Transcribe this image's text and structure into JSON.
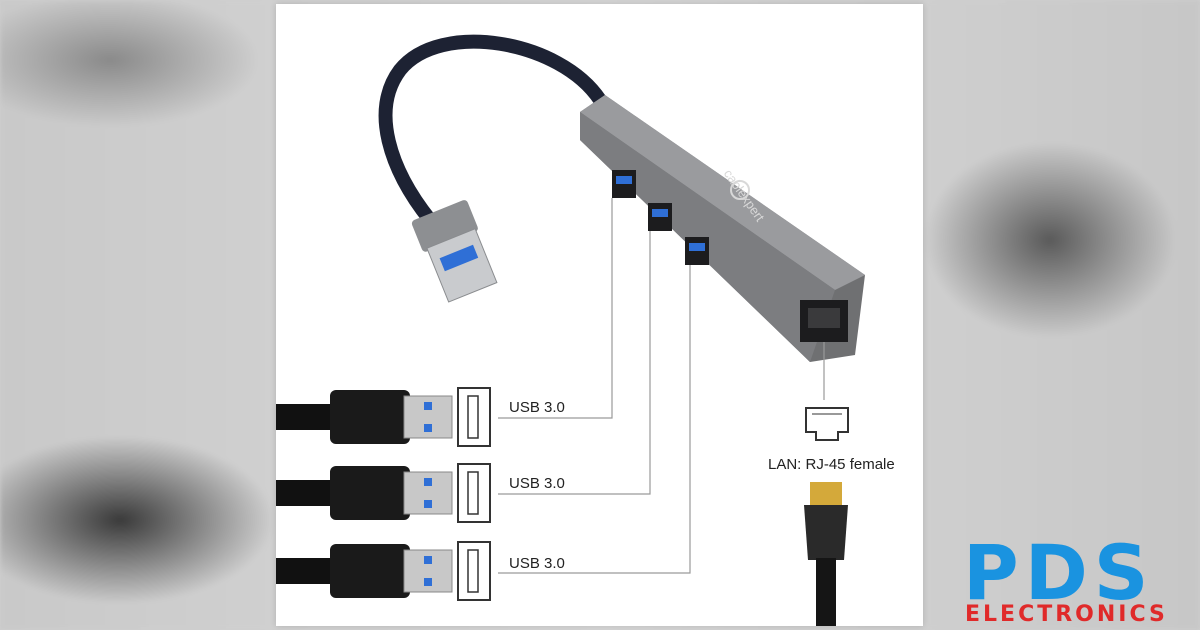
{
  "product": {
    "brand_logo": "cablexpert",
    "brand_icon": "cablexpert-logo-icon"
  },
  "ports": [
    {
      "label": "USB 3.0"
    },
    {
      "label": "USB 3.0"
    },
    {
      "label": "USB 3.0"
    }
  ],
  "lan": {
    "label": "LAN: RJ-45 female"
  },
  "watermark": {
    "main": "PDS",
    "sub": "ELECTRONICS"
  },
  "colors": {
    "hub_body": "#7a7a7c",
    "usb_blue": "#2f6fd6",
    "brand_blue": "#1a93e0",
    "brand_red": "#e02a2a",
    "connector_gold": "#d4a93a"
  }
}
